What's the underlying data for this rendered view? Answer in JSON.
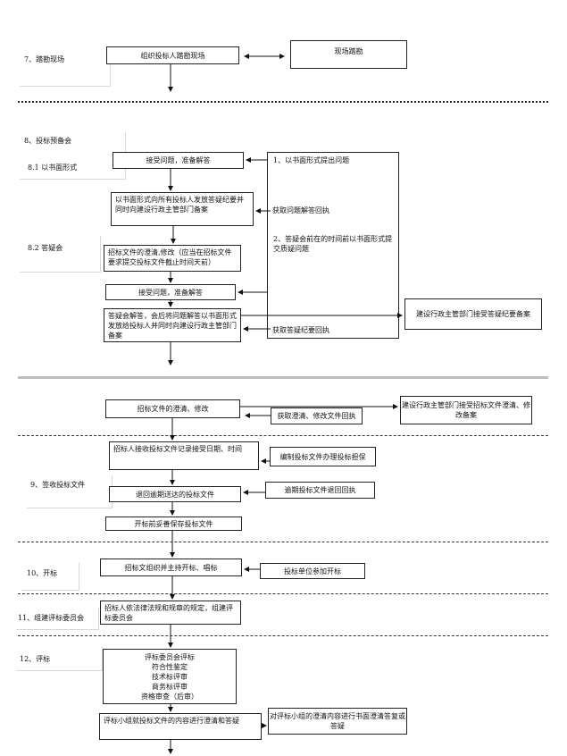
{
  "stages": {
    "s7": "7、踏勘现场",
    "s8": "8、投标预备会",
    "s8_1": "8.1 以书面形式",
    "s8_2": "8.2 答疑会",
    "s9": "9、签收投标文件",
    "s10": "10、开标",
    "s11": "11、组建评标委员会",
    "s12": "12、评标"
  },
  "boxes": {
    "organize_site_visit": "组织投标人踏勘现场",
    "site_visit": "现场踏勘",
    "receive_questions_1": "接受问题，准备解答",
    "written_clarification": "以书面形式向所有投标人发放答疑纪要并同时向建设行政主管部门备案",
    "clarify_tender_docs": "招标文件的澄清,修改（应当在招标文件要求提交投标文件截止时间天前）",
    "receive_questions_2": "接受问题，准备解答",
    "q_and_a_meeting": "答疑会解答，会后将问题解答以书面形式发放给投标人并同时向建设行政主管部门备案",
    "bidder_questions": "1、以书面形式提出问题\n\n\n\n\n\n\n\n2、答疑会前在的时间前以书面形式提交质疑问题",
    "get_answer_receipt": "获取问题解答回执",
    "get_minutes_receipt": "获取答疑纪要回执",
    "authority_minutes_filing": "建设行政主管部门接受答疑纪要备案",
    "clarify_modify_docs": "招标文件的澄清、修改",
    "get_clarify_receipt": "获取澄清、修改文件回执",
    "authority_clarify_filing": "建设行政主管部门接受招标文件澄清、修改备案",
    "record_receipt": "招标人接收投标文件记录接受日期、时间",
    "prepare_bid_bond": "编制投标文件办理投标担保",
    "return_late_docs": "退回逾期送达的投标文件",
    "late_return_receipt": "逾期投标文件退回回执",
    "safekeep_docs": "开标前妥善保存投标文件",
    "open_bids": "招标文组织并主持开标、唱标",
    "bidders_attend": "投标单位参加开标",
    "form_committee": "招标人依法律法规和规章的规定，组建评标委员会",
    "evaluation": "评标委员会评标\n符合性鉴定\n技术标评审\n商务标评审\n资格审查（后审）",
    "committee_clarify": "评标小组就投标文件的内容进行澄清和答疑",
    "written_reply": "对评标小组的澄清内容进行书面澄清答复或答疑"
  }
}
